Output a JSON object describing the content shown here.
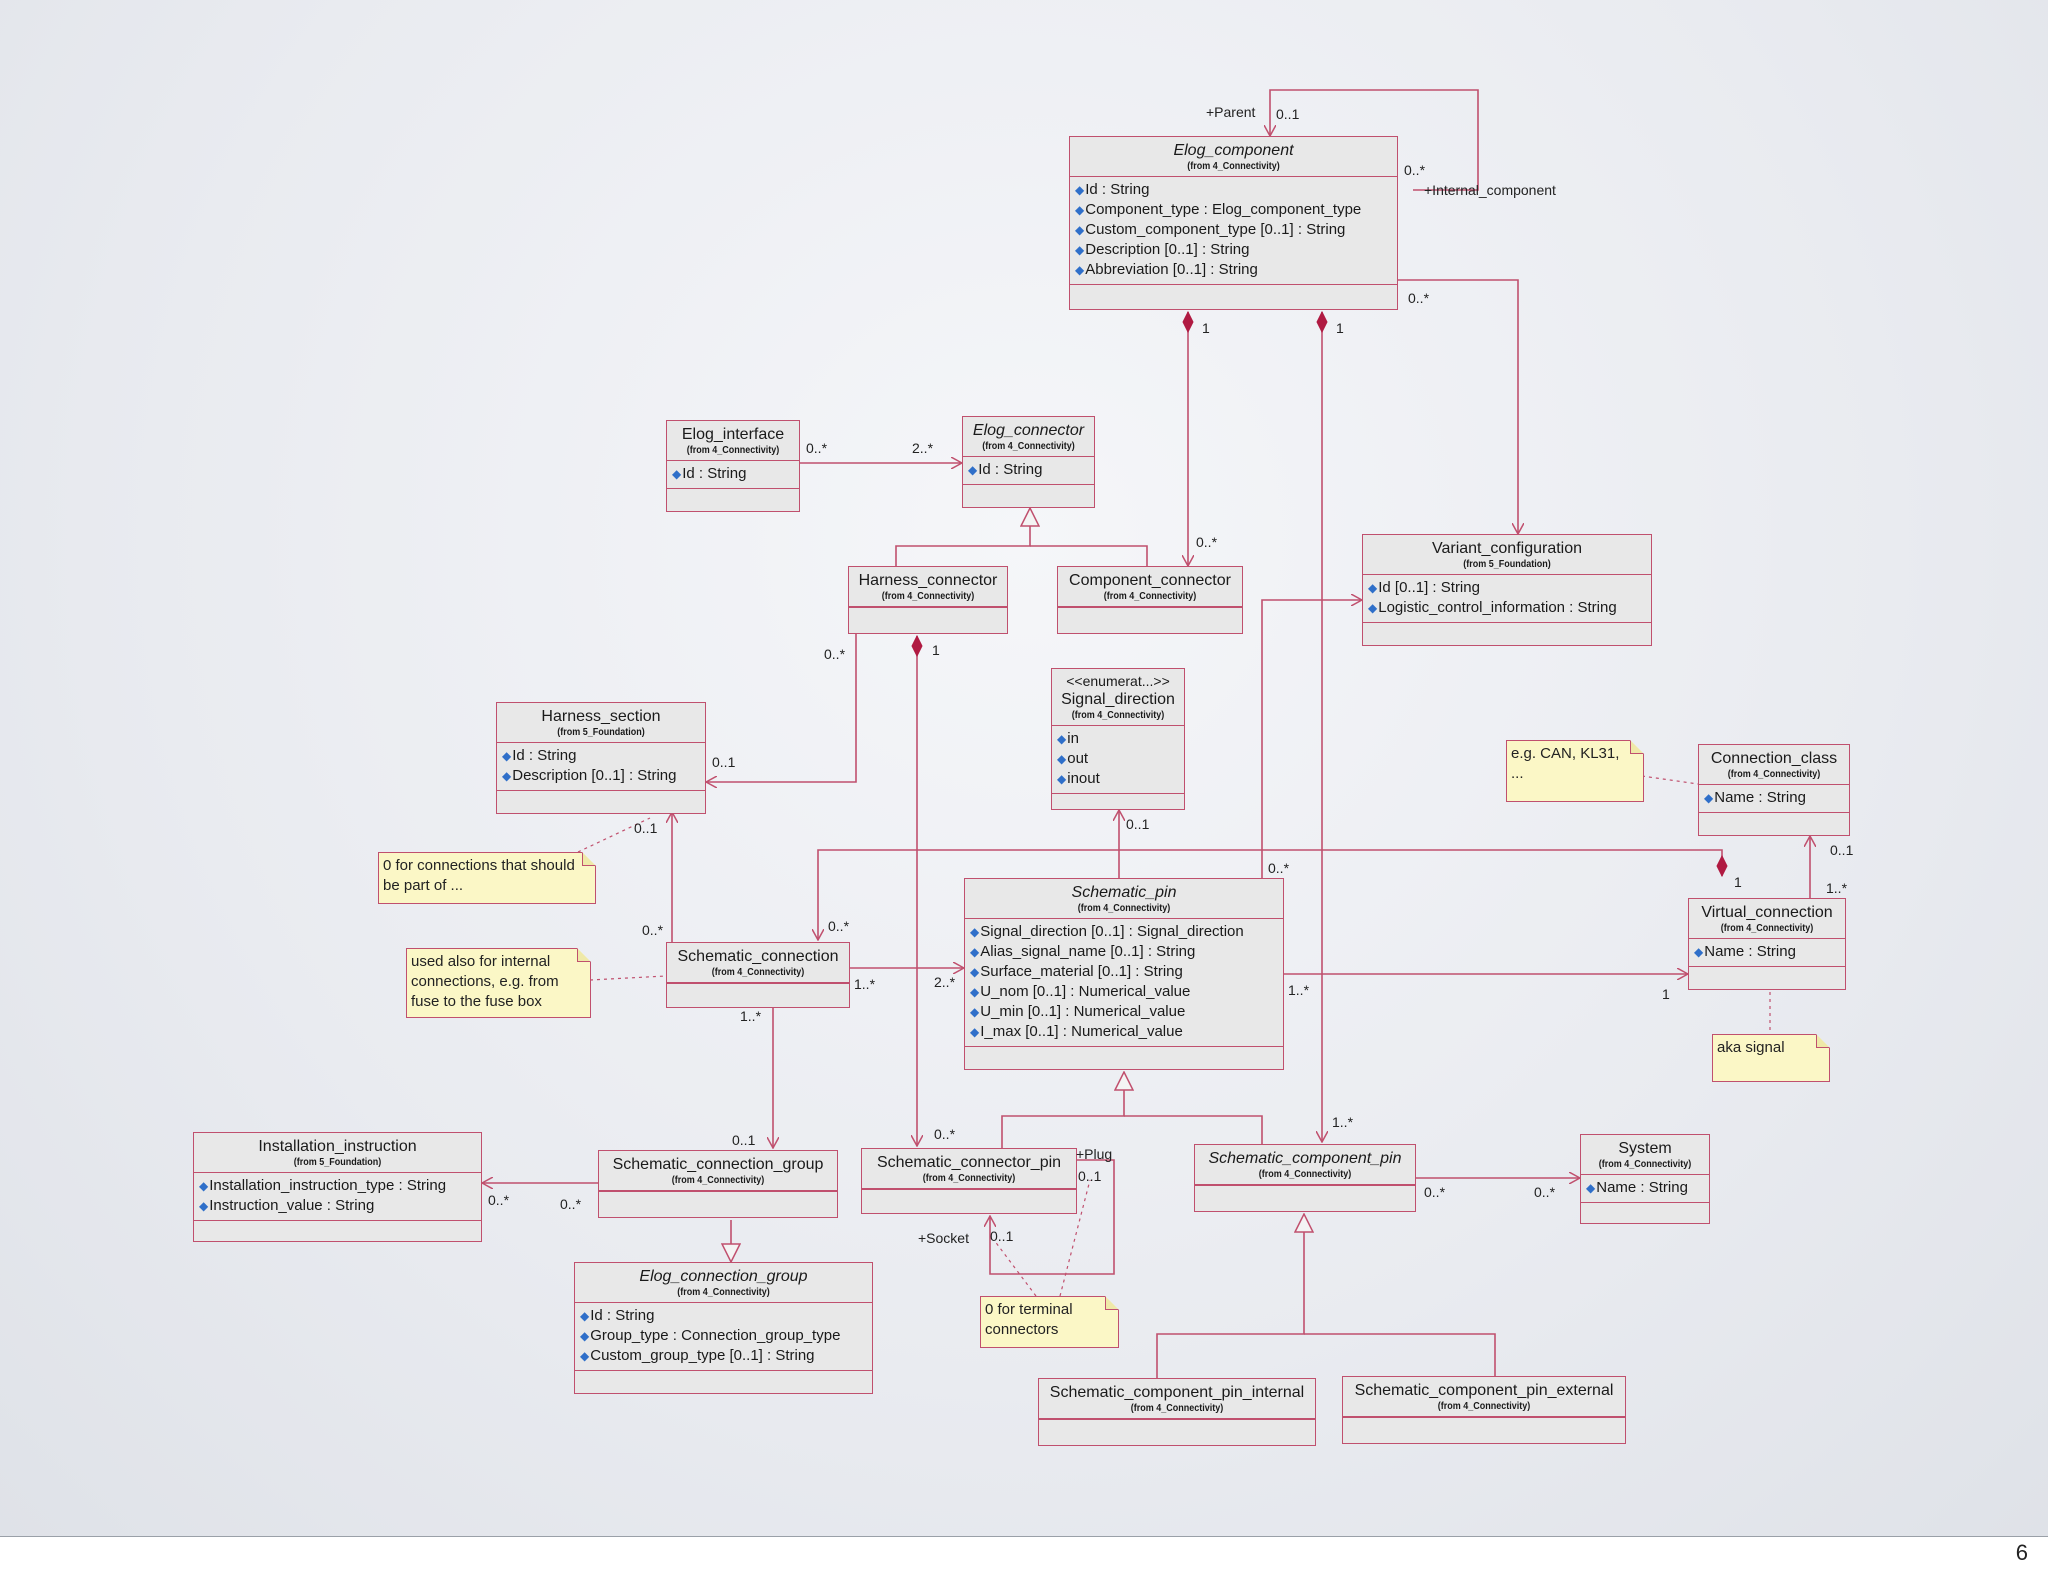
{
  "page_number": "6",
  "diagram": {
    "classes": [
      {
        "id": "elog_component",
        "name": "Elog_component",
        "abstract": true,
        "from": "(from 4_Connectivity)",
        "attrs": [
          "Id : String",
          "Component_type : Elog_component_type",
          "Custom_component_type [0..1] : String",
          "Description [0..1] : String",
          "Abbreviation [0..1] : String"
        ]
      },
      {
        "id": "elog_interface",
        "name": "Elog_interface",
        "abstract": false,
        "from": "(from 4_Connectivity)",
        "attrs": [
          "Id : String"
        ]
      },
      {
        "id": "elog_connector",
        "name": "Elog_connector",
        "abstract": true,
        "from": "(from 4_Connectivity)",
        "attrs": [
          "Id : String"
        ]
      },
      {
        "id": "harness_connector",
        "name": "Harness_connector",
        "abstract": false,
        "from": "(from 4_Connectivity)",
        "attrs": []
      },
      {
        "id": "component_connector",
        "name": "Component_connector",
        "abstract": false,
        "from": "(from 4_Connectivity)",
        "attrs": []
      },
      {
        "id": "variant_configuration",
        "name": "Variant_configuration",
        "abstract": false,
        "from": "(from 5_Foundation)",
        "attrs": [
          "Id [0..1] : String",
          "Logistic_control_information : String"
        ]
      },
      {
        "id": "signal_direction",
        "stereotype": "<<enumerat...>>",
        "name": "Signal_direction",
        "abstract": false,
        "from": "(from 4_Connectivity)",
        "attrs": [
          "in",
          "out",
          "inout"
        ]
      },
      {
        "id": "harness_section",
        "name": "Harness_section",
        "abstract": false,
        "from": "(from 5_Foundation)",
        "attrs": [
          "Id : String",
          "Description [0..1] : String"
        ]
      },
      {
        "id": "connection_class",
        "name": "Connection_class",
        "abstract": false,
        "from": "(from 4_Connectivity)",
        "attrs": [
          "Name : String"
        ]
      },
      {
        "id": "schematic_pin",
        "name": "Schematic_pin",
        "abstract": true,
        "from": "(from 4_Connectivity)",
        "attrs": [
          "Signal_direction [0..1] : Signal_direction",
          "Alias_signal_name [0..1] : String",
          "Surface_material [0..1] : String",
          "U_nom [0..1] : Numerical_value",
          "U_min [0..1] : Numerical_value",
          "I_max [0..1] : Numerical_value"
        ]
      },
      {
        "id": "schematic_connection",
        "name": "Schematic_connection",
        "abstract": false,
        "from": "(from 4_Connectivity)",
        "attrs": []
      },
      {
        "id": "virtual_connection",
        "name": "Virtual_connection",
        "abstract": false,
        "from": "(from 4_Connectivity)",
        "attrs": [
          "Name : String"
        ]
      },
      {
        "id": "installation_instruction",
        "name": "Installation_instruction",
        "abstract": false,
        "from": "(from 5_Foundation)",
        "attrs": [
          "Installation_instruction_type : String",
          "Instruction_value : String"
        ]
      },
      {
        "id": "schematic_connection_group",
        "name": "Schematic_connection_group",
        "abstract": false,
        "from": "(from 4_Connectivity)",
        "attrs": []
      },
      {
        "id": "schematic_connector_pin",
        "name": "Schematic_connector_pin",
        "abstract": false,
        "from": "(from 4_Connectivity)",
        "attrs": []
      },
      {
        "id": "schematic_component_pin",
        "name": "Schematic_component_pin",
        "abstract": true,
        "from": "(from 4_Connectivity)",
        "attrs": []
      },
      {
        "id": "system",
        "name": "System",
        "abstract": false,
        "from": "(from 4_Connectivity)",
        "attrs": [
          "Name : String"
        ]
      },
      {
        "id": "elog_connection_group",
        "name": "Elog_connection_group",
        "abstract": true,
        "from": "(from 4_Connectivity)",
        "attrs": [
          "Id : String",
          "Group_type : Connection_group_type",
          "Custom_group_type [0..1] : String"
        ]
      },
      {
        "id": "schematic_component_pin_internal",
        "name": "Schematic_component_pin_internal",
        "abstract": false,
        "from": "(from 4_Connectivity)",
        "attrs": []
      },
      {
        "id": "schematic_component_pin_external",
        "name": "Schematic_component_pin_external",
        "abstract": false,
        "from": "(from 4_Connectivity)",
        "attrs": []
      }
    ],
    "notes": {
      "harness_section_note": "0 for connections that should be part of ...",
      "internal_connections_note": "used also for internal connections, e.g. from fuse to the fuse box",
      "connection_class_note": "e.g. CAN, KL31, ...",
      "aka_signal_note": "aka signal",
      "terminal_connectors_note": "0 for terminal connectors"
    },
    "labels": {
      "parent_role": "+Parent",
      "parent_mult": "0..1",
      "internal_mult": "0..*",
      "internal_role": "+Internal_component",
      "variant_mult_top": "0..*",
      "comp_1a": "1",
      "comp_1b": "1",
      "interface_mult": "0..*",
      "connector_mult": "2..*",
      "component_connector_mult": "0..*",
      "harness_connector_1": "1",
      "harness_section_mult_a": "0..*",
      "harness_section_mult_b": "0..1",
      "harness_section_mult_c": "0..1",
      "signal_direction_mult": "0..1",
      "schematic_connection_mult_a": "0..*",
      "schematic_connection_mult_b": "0..*",
      "sc_pin_mult_a": "1..*",
      "sc_pin_mult_b": "2..*",
      "sc_variant_mult": "0..*",
      "sc_group_mult_a": "1..*",
      "sc_group_mult_b": "0..1",
      "vc_1": "1",
      "vc_conn_class_a": "0..1",
      "vc_conn_class_b": "1..*",
      "vc_pin_mult": "1..*",
      "vc_pin_1": "1",
      "inst_mult_a": "0..*",
      "inst_mult_b": "0..*",
      "connector_pin_mult": "0..*",
      "plug_role": "+Plug",
      "plug_mult": "0..1",
      "socket_role": "+Socket",
      "socket_mult": "0..1",
      "comp_pin_mult": "1..*",
      "system_mult_a": "0..*",
      "system_mult_b": "0..*"
    }
  }
}
